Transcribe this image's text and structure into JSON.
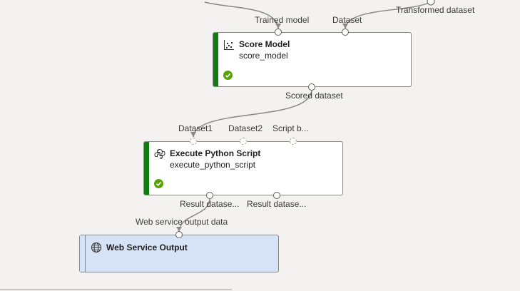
{
  "score_model": {
    "title": "Score Model",
    "subtitle": "score_model",
    "icon": "score-model-icon",
    "inputs": [
      "Trained model",
      "Dataset"
    ],
    "outputs": [
      "Scored dataset"
    ],
    "status": "completed"
  },
  "upstream": {
    "transformed_dataset_label": "Transformed dataset"
  },
  "execute_python": {
    "title": "Execute Python Script",
    "subtitle": "execute_python_script",
    "icon": "python-icon",
    "inputs": [
      "Dataset1",
      "Dataset2",
      "Script b..."
    ],
    "outputs": [
      "Result datase...",
      "Result datase..."
    ],
    "status": "completed"
  },
  "web_service_output": {
    "title": "Web Service Output",
    "icon": "globe-icon",
    "inputs": [
      "Web service output data"
    ]
  },
  "colors": {
    "canvas": "#f3f2f1",
    "status_complete": "#107c10",
    "check_badge": "#57a300",
    "web_output_fill": "#d6e3f6",
    "wire": "#8a8886"
  }
}
